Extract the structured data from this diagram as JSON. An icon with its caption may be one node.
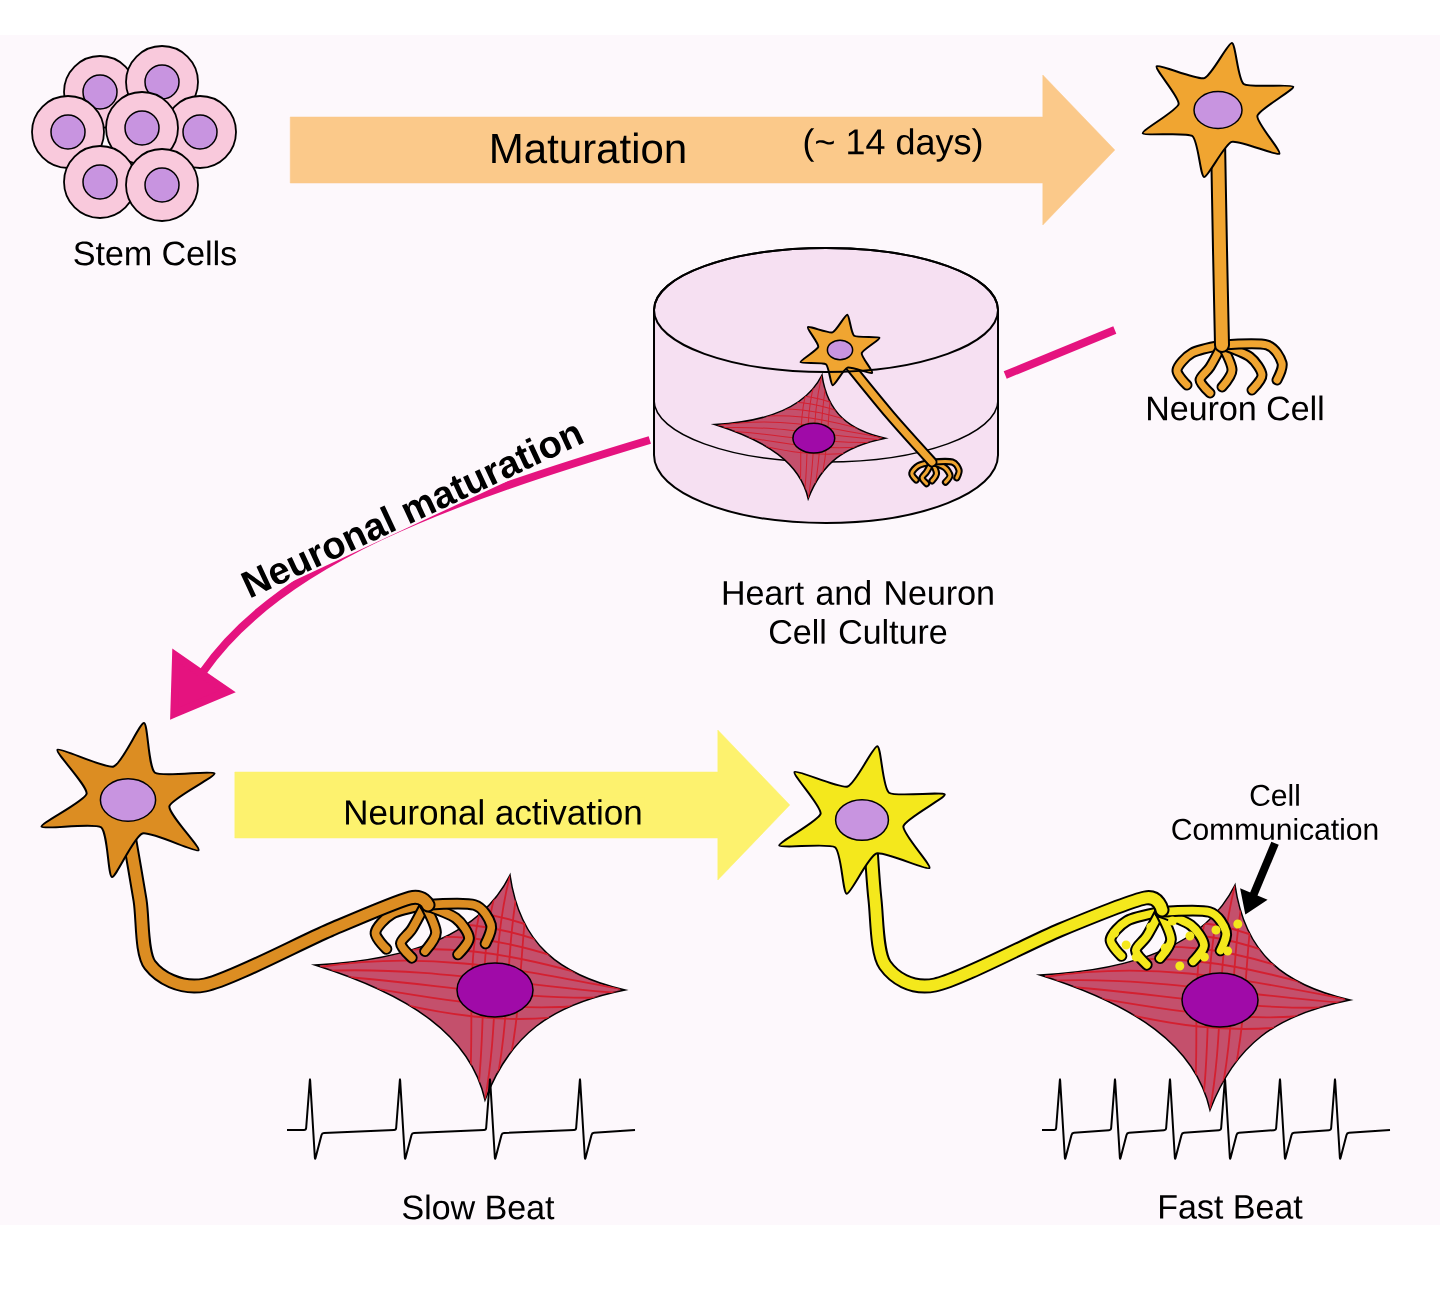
{
  "diagram": {
    "nodes": [
      {
        "text": [
          "Stem Cells"
        ]
      },
      {
        "text": [
          "Neuron Cell"
        ]
      },
      {
        "text": [
          "Heart and Neuron Cell Culture"
        ]
      },
      {
        "text": [
          "Slow Beat"
        ]
      },
      {
        "text": [
          "Fast Beat"
        ]
      },
      {
        "text": [
          "Cell Communication"
        ],
        "in": 4
      },
      {
        "text": [],
        "shape": "picture",
        "in": 4
      }
    ],
    "edges": [
      {
        "from": 0,
        "to": 1,
        "arrow": "to",
        "label": "Maturation",
        "style": "thick",
        "color": "#fbc98a"
      },
      {
        "from": 1,
        "to": 2,
        "arrow": "none",
        "color": "#e5137f"
      },
      {
        "from": 2,
        "to": 3,
        "arrow": "to",
        "label": "Neuronal maturation",
        "color": "#e5137f"
      },
      {
        "from": 3,
        "to": 4,
        "arrow": "to",
        "label": "Neuronal activation",
        "style": "thick",
        "color": "#fdf26e"
      },
      {
        "from": 5,
        "to": 6,
        "arrow": "to",
        "color": "#000000"
      }
    ],
    "labels": [
      "(~ 14 days)"
    ]
  }
}
